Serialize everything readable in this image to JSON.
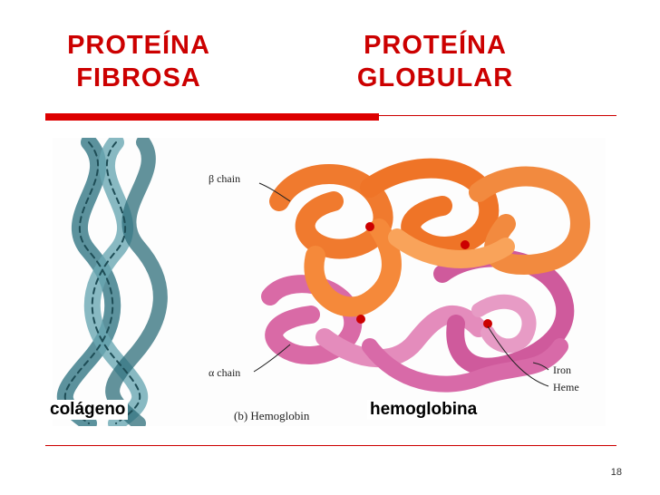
{
  "slide": {
    "left_title": "PROTEÍNA\nFIBROSA",
    "right_title": "PROTEÍNA\nGLOBULAR",
    "left_caption": "colágeno",
    "right_caption": "hemoglobina",
    "page_number": "18"
  },
  "figure": {
    "beta_label": "β chain",
    "alpha_label": "α chain",
    "iron_label": "Iron",
    "heme_label": "Heme",
    "panel_label": "(b) Hemoglobin"
  },
  "colors": {
    "accent": "#cc0000",
    "collagen": "#4f8c99",
    "beta": "#f07a2e",
    "alpha": "#d86aa8"
  }
}
